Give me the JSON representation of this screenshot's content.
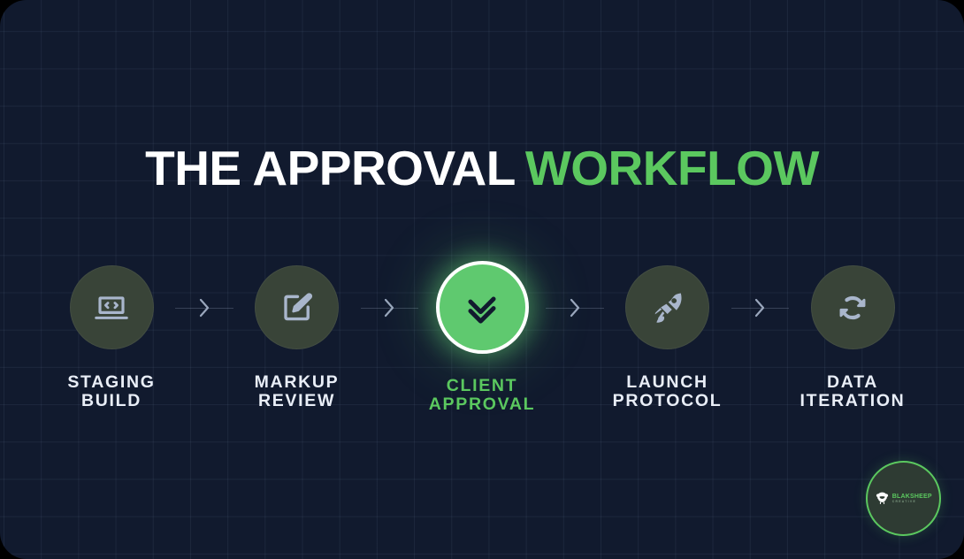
{
  "canvas": {
    "background_color": "#111A2E",
    "grid_color": "#96AFD2",
    "accent_green": "#5BC85F",
    "active_circle_color": "#5FC96F",
    "inactive_circle_color": "#394438",
    "icon_color": "#A9B6CC",
    "label_color": "#E9EEF7"
  },
  "title": {
    "part_white": "THE APPROVAL",
    "part_green": "WORKFLOW"
  },
  "steps": [
    {
      "label": "STAGING\nBUILD",
      "icon": "laptop-code-icon",
      "active": false
    },
    {
      "label": "MARKUP\nREVIEW",
      "icon": "edit-pencil-square-icon",
      "active": false
    },
    {
      "label": "CLIENT\nAPPROVAL",
      "icon": "double-check-icon",
      "active": true
    },
    {
      "label": "LAUNCH\nPROTOCOL",
      "icon": "rocket-icon",
      "active": false
    },
    {
      "label": "DATA\nITERATION",
      "icon": "refresh-sync-icon",
      "active": false
    }
  ],
  "connectors": [
    {
      "icon": "chevron-right-icon"
    },
    {
      "icon": "chevron-right-icon"
    },
    {
      "icon": "chevron-right-icon"
    },
    {
      "icon": "chevron-right-icon"
    }
  ],
  "logo": {
    "mark": "sheep-head-icon",
    "name": "BLAKSHEEP",
    "tagline": "CREATIVE"
  }
}
